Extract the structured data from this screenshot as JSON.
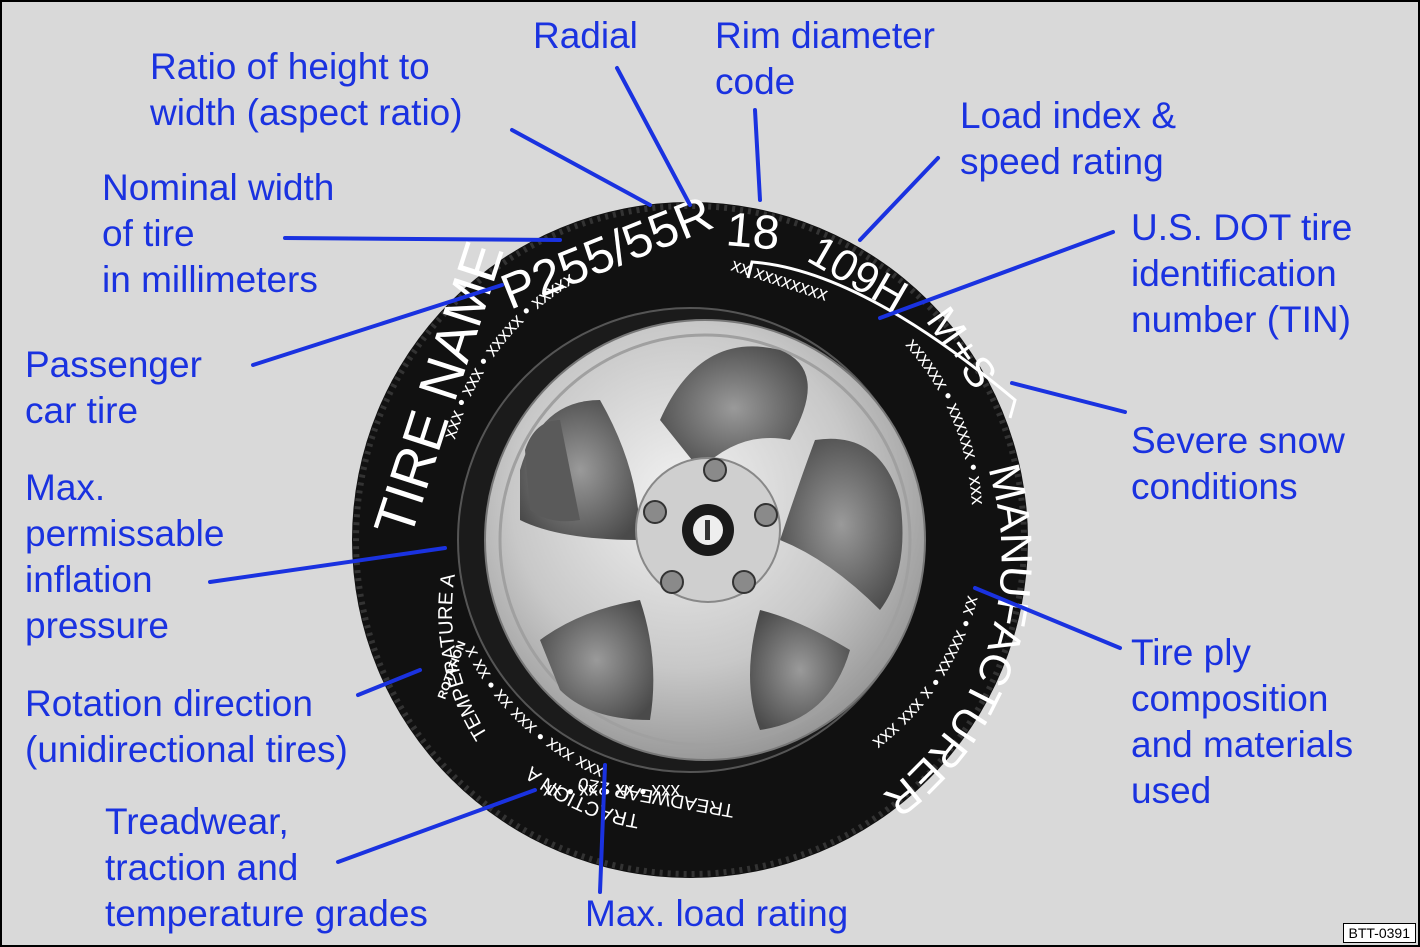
{
  "colors": {
    "background": "#d9d9d9",
    "callout": "#1a32e0",
    "tire": "#111111",
    "tire_text": "#ffffff"
  },
  "labels": {
    "radial": "Radial",
    "rim_diameter": "Rim diameter\ncode",
    "aspect_ratio": "Ratio of height to\nwidth (aspect ratio)",
    "load_speed": "Load index &\nspeed rating",
    "nominal_width": "Nominal width\nof tire\nin millimeters",
    "dot_tin": "U.S. DOT tire\nidentification\nnumber (TIN)",
    "passenger": "Passenger\ncar tire",
    "severe_snow": "Severe snow\nconditions",
    "max_pressure": "Max.\npermissable\ninflation\npressure",
    "ply": "Tire ply\ncomposition\nand materials\nused",
    "rotation": "Rotation direction\n(unidirectional tires)",
    "treadwear": "Treadwear,\ntraction and\ntemperature grades",
    "max_load": "Max. load rating"
  },
  "tire": {
    "size": "P255/55R",
    "rim": "18",
    "load_speed": "109H",
    "snow": "M+S",
    "name": "TIRE NAME",
    "manufacturer": "MANUFACTURER",
    "treadwear": "TREADWEAR 220",
    "traction": "TRACTION A",
    "temperature": "TEMPERATURE A",
    "rotation": "ROTATION",
    "tin_marks": "xx xxxxxxxx",
    "marks_top": "xxx • xxx • xxxxx • xxxxx",
    "marks_right": "xxxxxx • xxxxxx • xxx",
    "marks_lower_right": "xx • xxxxx • x xxx xxx",
    "marks_bottom": "xxx • xx • xx • xx",
    "marks_left": "xxx xxx • xxx xx • xx x"
  },
  "image_code": "BTT-0391"
}
